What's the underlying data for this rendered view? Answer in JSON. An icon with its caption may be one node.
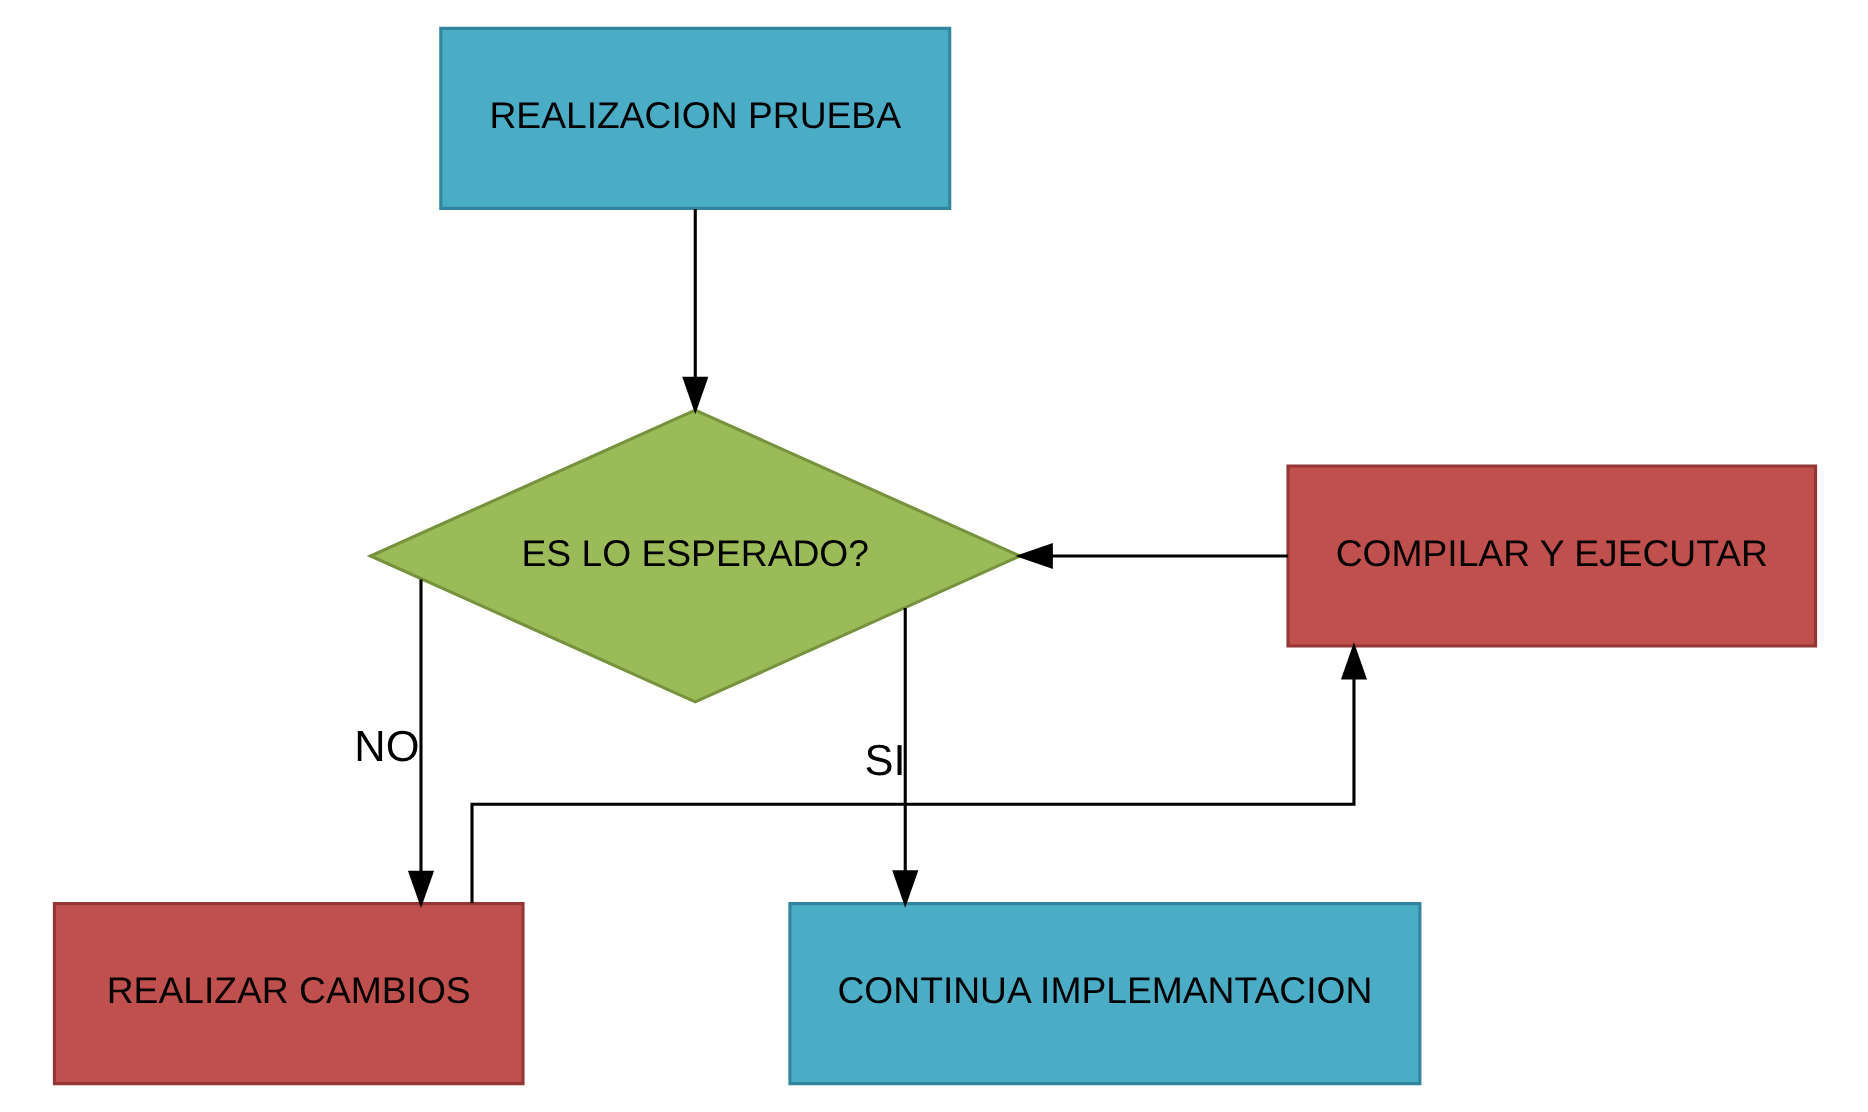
{
  "diagram": {
    "nodes": [
      {
        "text": [
          "REALIZACION PRUEBA"
        ]
      },
      {
        "text": [
          "ES LO ESPERADO?"
        ]
      },
      {
        "text": [
          "COMPILAR Y EJECUTAR"
        ]
      },
      {
        "text": [
          "REALIZAR CAMBIOS"
        ]
      },
      {
        "text": [
          "CONTINUA IMPLEMANTACION"
        ]
      }
    ],
    "edges": [
      {
        "from": 0,
        "to": 1,
        "arrow": "to"
      },
      {
        "from": 2,
        "to": 1,
        "arrow": "to"
      },
      {
        "from": 1,
        "to": 4,
        "arrow": "to",
        "label": "SI"
      },
      {
        "from": 1,
        "to": 3,
        "arrow": "to",
        "label": "NO"
      },
      {
        "from": 3,
        "to": 2,
        "arrow": "to"
      }
    ]
  }
}
